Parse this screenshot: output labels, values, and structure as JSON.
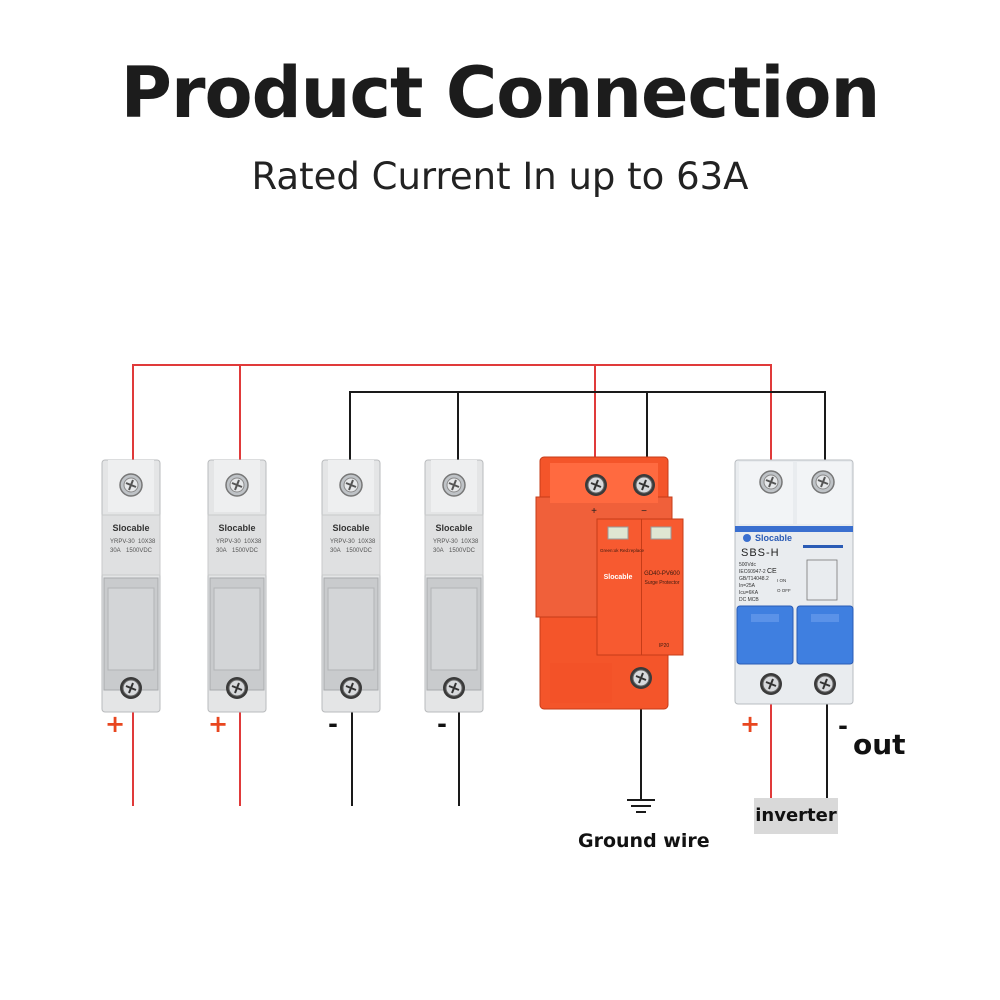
{
  "title": "Product Connection",
  "subtitle": "Rated Current In up to 63A",
  "wire_colors": {
    "positive": "#e03a3a",
    "negative": "#1a1a1a"
  },
  "fuse_holder": {
    "brand": "Slocable",
    "model": "YRPV-30",
    "size": "10X38",
    "rating": "30A",
    "voltage": "1500VDC"
  },
  "fuse_holders": [
    {
      "polarity_sign": "+"
    },
    {
      "polarity_sign": "+"
    },
    {
      "polarity_sign": "-"
    },
    {
      "polarity_sign": "-"
    }
  ],
  "spd": {
    "brand": "Slocable",
    "model": "GD40-PV600",
    "type": "Surge Protector",
    "indicator_text": "Green:ok  Red:replace",
    "ip": "IP20",
    "terminal_plus": "+",
    "terminal_minus": "−",
    "color": "#f4552a"
  },
  "breaker": {
    "brand": "Slocable",
    "model": "SBS-H",
    "specs": [
      "500Vdc",
      "IEC60947-2",
      "GB/T14048.2",
      "In=25A",
      "Icu=6KA",
      "DC MCB"
    ],
    "on_label": "I ON",
    "off_label": "O OFF",
    "ce": "CE",
    "handle_color": "#3f7fe0"
  },
  "labels": {
    "plus": "+",
    "minus": "-",
    "out": "out",
    "ground": "Ground wire",
    "inverter": "inverter"
  }
}
